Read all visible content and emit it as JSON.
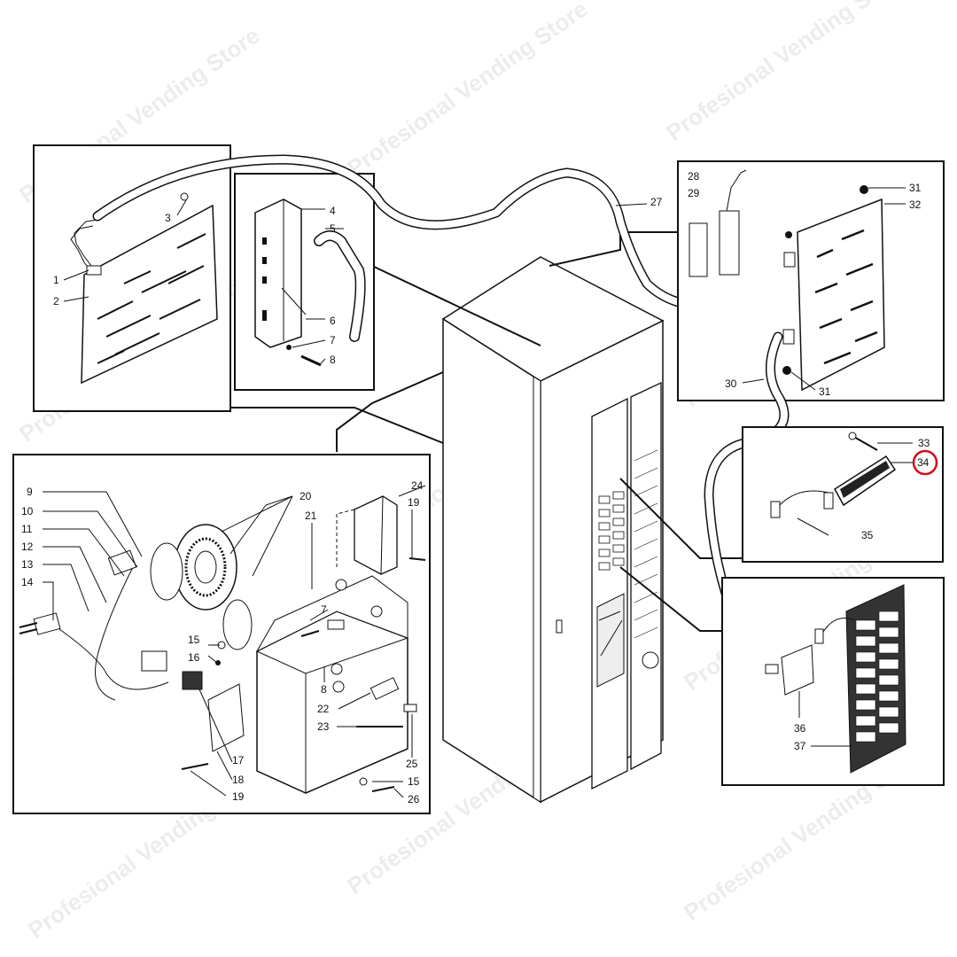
{
  "diagram": {
    "watermark": "Profesional Vending Store",
    "highlight_color": "#d0101a",
    "highlighted_part": "34",
    "callouts": {
      "c1": "1",
      "c2": "2",
      "c3": "3",
      "c4": "4",
      "c5": "5",
      "c6": "6",
      "c7": "7",
      "c8": "8",
      "c9": "9",
      "c10": "10",
      "c11": "11",
      "c12": "12",
      "c13": "13",
      "c14": "14",
      "c15": "15",
      "c15b": "15",
      "c16": "16",
      "c17": "17",
      "c18": "18",
      "c19": "19",
      "c19b": "19",
      "c20": "20",
      "c21": "21",
      "c22": "22",
      "c23": "23",
      "c24": "24",
      "c25": "25",
      "c26": "26",
      "c27": "27",
      "c28": "28",
      "c29": "29",
      "c30": "30",
      "c31": "31",
      "c31b": "31",
      "c32": "32",
      "c33": "33",
      "c34": "34",
      "c35": "35",
      "c36": "36",
      "c37": "37",
      "c7b": "7",
      "c8b": "8"
    }
  }
}
